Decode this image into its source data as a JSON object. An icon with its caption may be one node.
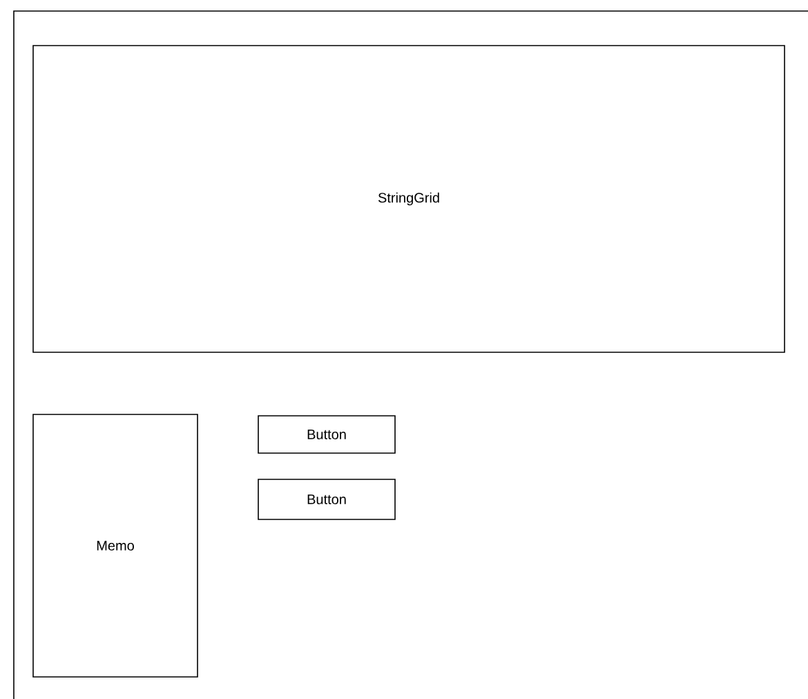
{
  "diagram": {
    "nodes": [
      {
        "text": [],
        "shape": "box"
      },
      {
        "text": [
          "StringGrid"
        ],
        "in": 0
      },
      {
        "text": [
          "Memo"
        ],
        "in": 0
      },
      {
        "text": [
          "Button"
        ],
        "in": 0
      },
      {
        "text": [
          "Button"
        ],
        "in": 0
      }
    ]
  }
}
